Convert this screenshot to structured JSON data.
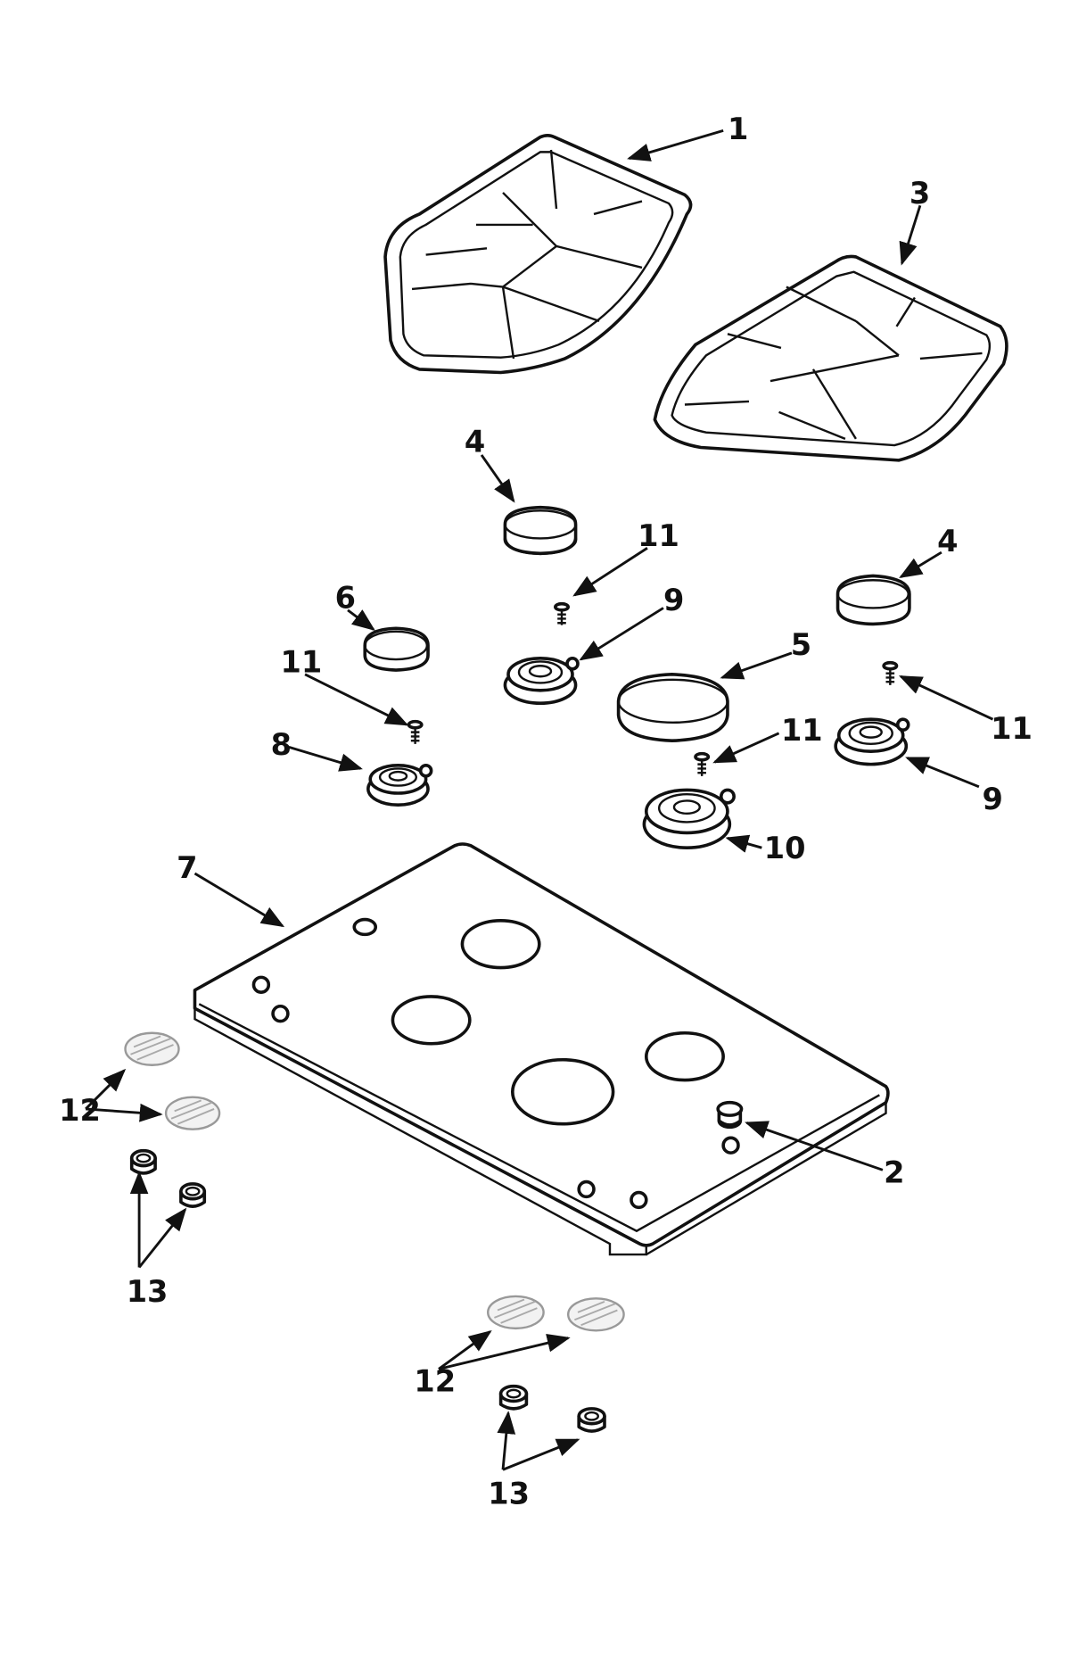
{
  "diagram": {
    "callouts": [
      {
        "id": "c1",
        "text": "1"
      },
      {
        "id": "c3",
        "text": "3"
      },
      {
        "id": "c4a",
        "text": "4"
      },
      {
        "id": "c4b",
        "text": "4"
      },
      {
        "id": "c11a",
        "text": "11"
      },
      {
        "id": "c6",
        "text": "6"
      },
      {
        "id": "c9a",
        "text": "9"
      },
      {
        "id": "c5",
        "text": "5"
      },
      {
        "id": "c11b",
        "text": "11"
      },
      {
        "id": "c11c",
        "text": "11"
      },
      {
        "id": "c11d",
        "text": "11"
      },
      {
        "id": "c8",
        "text": "8"
      },
      {
        "id": "c9b",
        "text": "9"
      },
      {
        "id": "c10",
        "text": "10"
      },
      {
        "id": "c7",
        "text": "7"
      },
      {
        "id": "c2",
        "text": "2"
      },
      {
        "id": "c12a",
        "text": "12"
      },
      {
        "id": "c13a",
        "text": "13"
      },
      {
        "id": "c12b",
        "text": "12"
      },
      {
        "id": "c13b",
        "text": "13"
      }
    ]
  }
}
